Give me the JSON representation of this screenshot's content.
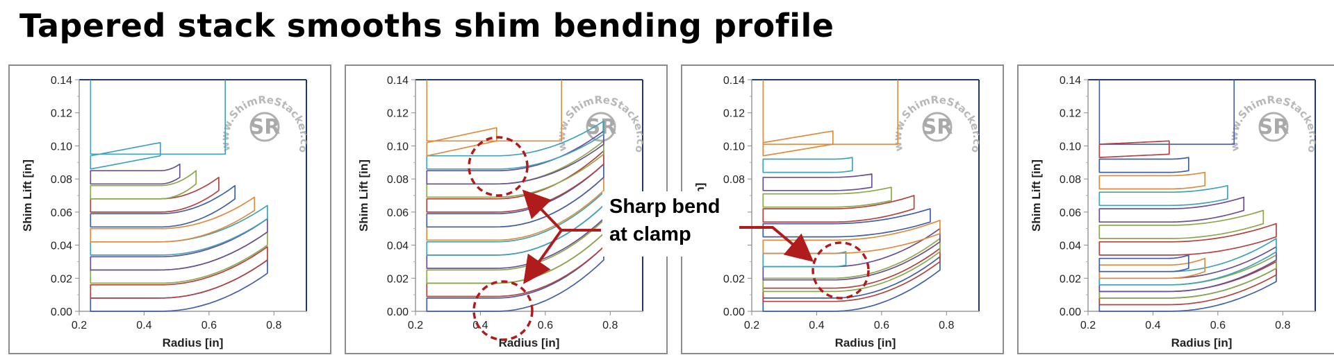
{
  "title": "Tapered stack smooths shim bending profile",
  "callout": {
    "line1": "Sharp bend",
    "line2": "at clamp"
  },
  "watermark": {
    "text": "www.ShimReStacker.com",
    "logo": "SR"
  },
  "colors": {
    "axis": "#1f3864",
    "annotation": "#b01c1c",
    "palette": [
      "#3f5fa8",
      "#b5413f",
      "#8aa84a",
      "#6b4f96",
      "#3ea3ba",
      "#e08a3c"
    ]
  },
  "chart_data": [
    {
      "type": "line",
      "xlabel": "Radius [in]",
      "ylabel": "Shim Lift [in]",
      "xlim": [
        0.2,
        0.9
      ],
      "ylim": [
        0,
        0.14
      ],
      "xticks": [
        "0.2",
        "0.4",
        "0.6",
        "0.8"
      ],
      "yticks": [
        "0.00",
        "0.02",
        "0.04",
        "0.06",
        "0.08",
        "0.10",
        "0.12",
        "0.14"
      ],
      "clamp": {
        "x": 0.65,
        "y": 0.095,
        "color": "#3ea3ba"
      },
      "shims": [
        {
          "outer_radius": 0.78,
          "y_clamp": 0.0,
          "y_tip": 0.023
        },
        {
          "outer_radius": 0.78,
          "y_clamp": 0.008,
          "y_tip": 0.031
        },
        {
          "outer_radius": 0.78,
          "y_clamp": 0.017,
          "y_tip": 0.04
        },
        {
          "outer_radius": 0.78,
          "y_clamp": 0.025,
          "y_tip": 0.048
        },
        {
          "outer_radius": 0.78,
          "y_clamp": 0.034,
          "y_tip": 0.056
        },
        {
          "outer_radius": 0.74,
          "y_clamp": 0.042,
          "y_tip": 0.061
        },
        {
          "outer_radius": 0.68,
          "y_clamp": 0.051,
          "y_tip": 0.068
        },
        {
          "outer_radius": 0.63,
          "y_clamp": 0.06,
          "y_tip": 0.073
        },
        {
          "outer_radius": 0.56,
          "y_clamp": 0.068,
          "y_tip": 0.077
        },
        {
          "outer_radius": 0.51,
          "y_clamp": 0.077,
          "y_tip": 0.081
        },
        {
          "outer_radius": 0.45,
          "y_clamp": 0.086,
          "y_tip": 0.094
        }
      ]
    },
    {
      "type": "line",
      "xlabel": "Radius [in]",
      "ylabel": "Shim Lift [in]",
      "xlim": [
        0.2,
        0.9
      ],
      "ylim": [
        0,
        0.14
      ],
      "xticks": [
        "0.2",
        "0.4",
        "0.6",
        "0.8"
      ],
      "yticks": [
        "0.00",
        "0.02",
        "0.04",
        "0.06",
        "0.08",
        "0.10",
        "0.12",
        "0.14"
      ],
      "clamp": {
        "x": 0.65,
        "y": 0.103,
        "color": "#e08a3c"
      },
      "shims": [
        {
          "outer_radius": 0.78,
          "y_clamp": 0.0,
          "y_tip": 0.031
        },
        {
          "outer_radius": 0.78,
          "y_clamp": 0.009,
          "y_tip": 0.039
        },
        {
          "outer_radius": 0.78,
          "y_clamp": 0.017,
          "y_tip": 0.047
        },
        {
          "outer_radius": 0.78,
          "y_clamp": 0.026,
          "y_tip": 0.056
        },
        {
          "outer_radius": 0.78,
          "y_clamp": 0.034,
          "y_tip": 0.064
        },
        {
          "outer_radius": 0.78,
          "y_clamp": 0.043,
          "y_tip": 0.073
        },
        {
          "outer_radius": 0.78,
          "y_clamp": 0.051,
          "y_tip": 0.081
        },
        {
          "outer_radius": 0.78,
          "y_clamp": 0.06,
          "y_tip": 0.089
        },
        {
          "outer_radius": 0.78,
          "y_clamp": 0.069,
          "y_tip": 0.095
        },
        {
          "outer_radius": 0.78,
          "y_clamp": 0.077,
          "y_tip": 0.101
        },
        {
          "outer_radius": 0.78,
          "y_clamp": 0.086,
          "y_tip": 0.107
        },
        {
          "outer_radius": 0.45,
          "y_clamp": 0.094,
          "y_tip": 0.103
        }
      ]
    },
    {
      "type": "line",
      "xlabel": "Radius [in]",
      "ylabel": "t [in]",
      "xlim": [
        0.2,
        0.9
      ],
      "ylim": [
        0,
        0.14
      ],
      "xticks": [
        "0.2",
        "0.4",
        "0.6",
        "0.8"
      ],
      "yticks": [
        "0.00",
        "0.02",
        "",
        "0.06",
        "0.08",
        "0.10",
        "0.12",
        "0.14"
      ],
      "clamp": {
        "x": 0.65,
        "y": 0.101,
        "color": "#e08a3c"
      },
      "shims": [
        {
          "outer_radius": 0.78,
          "y_clamp": 0.0,
          "y_tip": 0.025
        },
        {
          "outer_radius": 0.78,
          "y_clamp": 0.006,
          "y_tip": 0.03
        },
        {
          "outer_radius": 0.78,
          "y_clamp": 0.012,
          "y_tip": 0.036
        },
        {
          "outer_radius": 0.78,
          "y_clamp": 0.019,
          "y_tip": 0.042
        },
        {
          "outer_radius": 0.49,
          "y_clamp": 0.027,
          "y_tip": 0.028
        },
        {
          "outer_radius": 0.78,
          "y_clamp": 0.035,
          "y_tip": 0.047
        },
        {
          "outer_radius": 0.75,
          "y_clamp": 0.045,
          "y_tip": 0.054
        },
        {
          "outer_radius": 0.7,
          "y_clamp": 0.054,
          "y_tip": 0.062
        },
        {
          "outer_radius": 0.63,
          "y_clamp": 0.063,
          "y_tip": 0.067
        },
        {
          "outer_radius": 0.57,
          "y_clamp": 0.073,
          "y_tip": 0.075
        },
        {
          "outer_radius": 0.51,
          "y_clamp": 0.084,
          "y_tip": 0.085
        },
        {
          "outer_radius": 0.45,
          "y_clamp": 0.094,
          "y_tip": 0.101
        }
      ]
    },
    {
      "type": "line",
      "xlabel": "Radius [in]",
      "ylabel": "Shim Lift [in]",
      "xlim": [
        0.2,
        0.9
      ],
      "ylim": [
        0,
        0.14
      ],
      "xticks": [
        "0.2",
        "0.4",
        "0.6",
        "0.8"
      ],
      "yticks": [
        "0.00",
        "0.02",
        "0.04",
        "0.06",
        "0.08",
        "0.10",
        "0.12",
        "0.14"
      ],
      "clamp": {
        "x": 0.65,
        "y": 0.101,
        "color": "#3f5fa8"
      },
      "shims": [
        {
          "outer_radius": 0.78,
          "y_clamp": 0.0,
          "y_tip": 0.018
        },
        {
          "outer_radius": 0.78,
          "y_clamp": 0.004,
          "y_tip": 0.022
        },
        {
          "outer_radius": 0.78,
          "y_clamp": 0.008,
          "y_tip": 0.026
        },
        {
          "outer_radius": 0.78,
          "y_clamp": 0.012,
          "y_tip": 0.031
        },
        {
          "outer_radius": 0.78,
          "y_clamp": 0.016,
          "y_tip": 0.036
        },
        {
          "outer_radius": 0.56,
          "y_clamp": 0.02,
          "y_tip": 0.024
        },
        {
          "outer_radius": 0.51,
          "y_clamp": 0.024,
          "y_tip": 0.026
        },
        {
          "outer_radius": 0.78,
          "y_clamp": 0.034,
          "y_tip": 0.045
        },
        {
          "outer_radius": 0.74,
          "y_clamp": 0.044,
          "y_tip": 0.053
        },
        {
          "outer_radius": 0.68,
          "y_clamp": 0.054,
          "y_tip": 0.061
        },
        {
          "outer_radius": 0.63,
          "y_clamp": 0.064,
          "y_tip": 0.068
        },
        {
          "outer_radius": 0.56,
          "y_clamp": 0.074,
          "y_tip": 0.076
        },
        {
          "outer_radius": 0.51,
          "y_clamp": 0.084,
          "y_tip": 0.085
        },
        {
          "outer_radius": 0.45,
          "y_clamp": 0.093,
          "y_tip": 0.095
        }
      ]
    }
  ]
}
